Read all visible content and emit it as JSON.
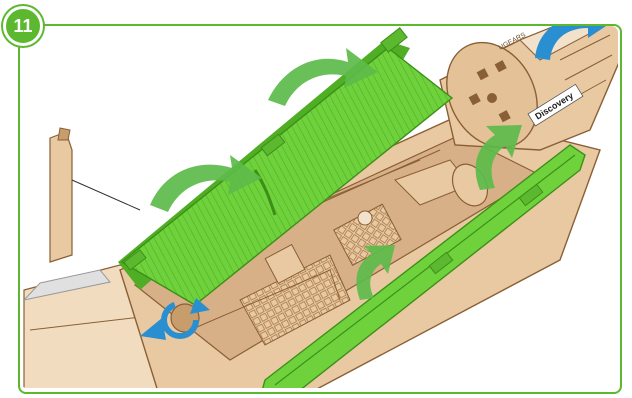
{
  "step": {
    "number": "11"
  },
  "illustration": {
    "name_label": "Discovery",
    "logo_text": "UGEARS",
    "colors": {
      "frame": "#5cb82f",
      "panel": "#6fd23c",
      "panel_dark": "#4fae24",
      "wood": "#e8c9a2",
      "wood_dark": "#c89d6c",
      "wood_line": "#8a5f35",
      "arrow_green": "#5dbb4a",
      "arrow_blue": "#2a8fd0",
      "shadow": "#d9d9d9"
    },
    "icons": [
      "open-arrow-icon",
      "rotate-arrow-icon"
    ]
  }
}
